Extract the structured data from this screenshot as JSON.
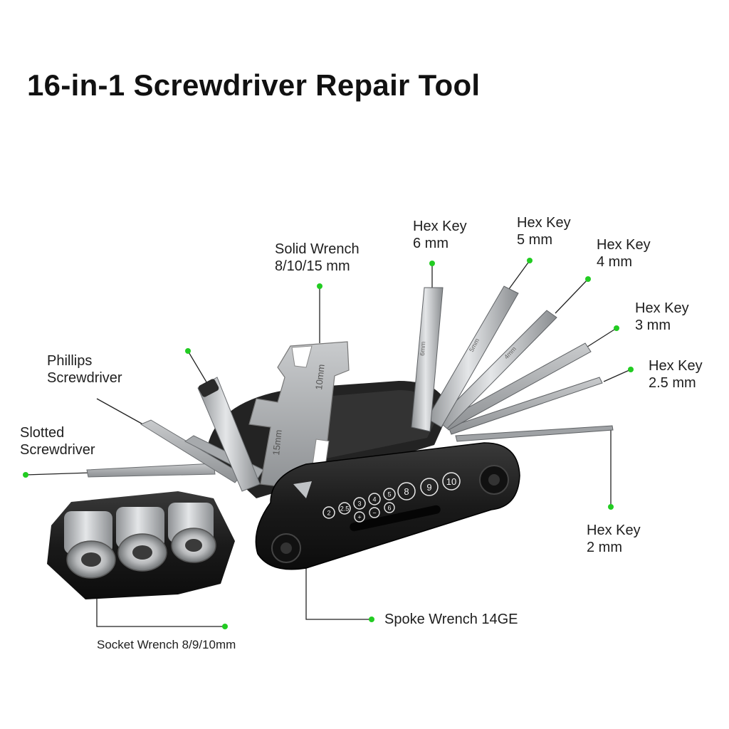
{
  "title": "16-in-1 Screwdriver Repair Tool",
  "colors": {
    "leader_dot": "#22cc22",
    "body": "#1b1b1b",
    "metal": "#b9bcbf"
  },
  "labels": {
    "hex6": {
      "line1": "Hex Key",
      "line2": "6 mm"
    },
    "hex5": {
      "line1": "Hex Key",
      "line2": "5 mm"
    },
    "hex4": {
      "line1": "Hex Key",
      "line2": "4 mm"
    },
    "hex3": {
      "line1": "Hex Key",
      "line2": "3 mm"
    },
    "hex25": {
      "line1": "Hex Key",
      "line2": "2.5 mm"
    },
    "hex2": {
      "line1": "Hex Key",
      "line2": "2 mm"
    },
    "solid_wrench": {
      "line1": "Solid Wrench",
      "line2": "8/10/15 mm"
    },
    "phillips": {
      "line1": "Phillips",
      "line2": "Screwdriver"
    },
    "slotted": {
      "line1": "Slotted",
      "line2": "Screwdriver"
    },
    "spoke": {
      "line1": "Spoke Wrench 14GE"
    },
    "socket": {
      "line1": "Socket Wrench 8/9/10mm"
    }
  },
  "tool_marks": {
    "wrench_15": "15mm",
    "wrench_10": "10mm",
    "key_6": "6mm",
    "key_5": "5mm",
    "key_4": "4mm",
    "size_badges": [
      "2",
      "2.5",
      "3",
      "4",
      "5",
      "8",
      "9",
      "10"
    ],
    "size_signs": [
      "+",
      "−",
      "6"
    ]
  }
}
